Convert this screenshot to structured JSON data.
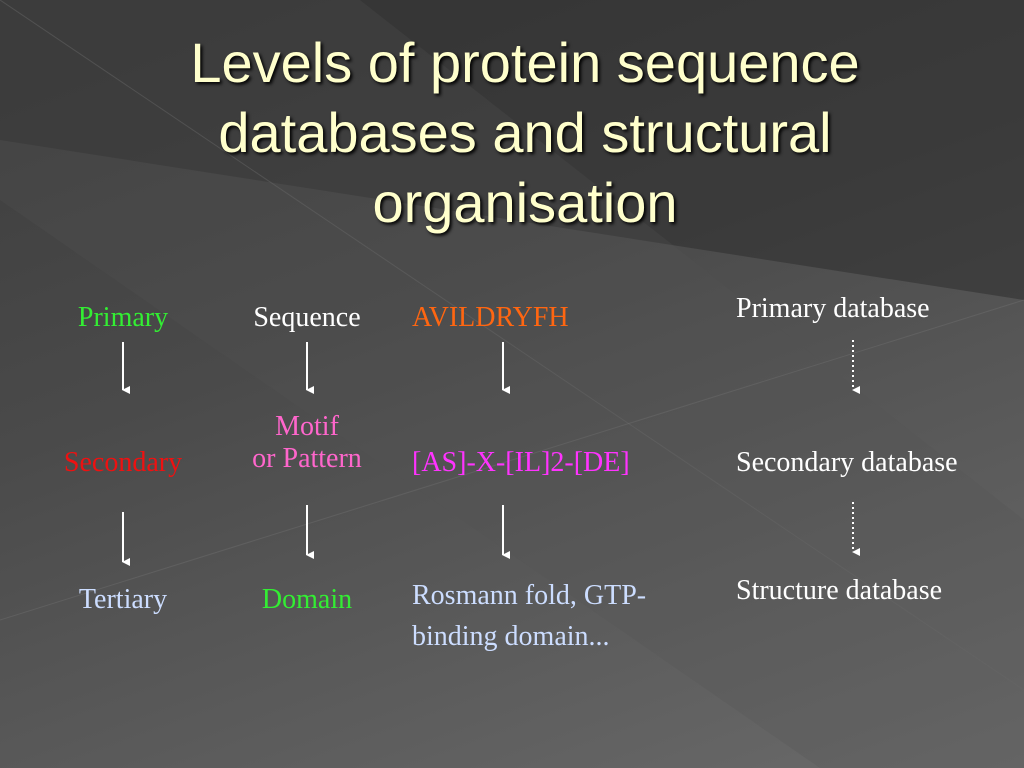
{
  "title": {
    "line1": "Levels of protein sequence",
    "line2": "databases and structural",
    "line3": "organisation"
  },
  "levels": {
    "primary": "Primary",
    "secondary": "Secondary",
    "tertiary": "Tertiary"
  },
  "kinds": {
    "sequence": "Sequence",
    "motif_line1": "Motif",
    "motif_line2": "or Pattern",
    "domain": "Domain"
  },
  "examples": {
    "sequence": "AVILDRYFH",
    "pattern": "[AS]-X-[IL]2-[DE]",
    "domain_line1": "Rosmann fold, GTP-",
    "domain_line2": "binding domain..."
  },
  "databases": {
    "primary": "Primary database",
    "secondary": "Secondary database",
    "structure": "Structure database"
  },
  "colors": {
    "title": "#ffffcc",
    "green": "#33ee33",
    "red": "#ee1111",
    "magenta": "#ff33ff",
    "orange": "#ff6611",
    "pink": "#ff66cc",
    "light_blue": "#ccddff",
    "white": "#ffffff"
  }
}
